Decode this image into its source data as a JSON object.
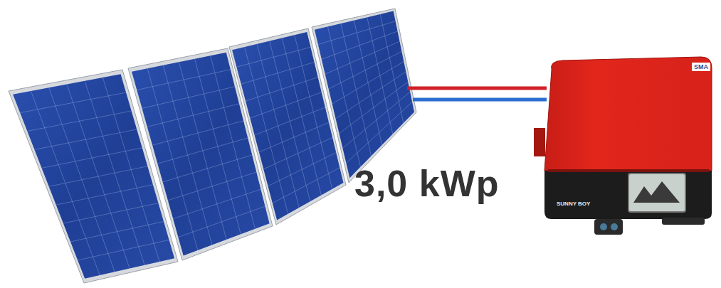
{
  "diagram": {
    "labels": [
      "3,0 kWp",
      "SMA",
      "SUNNY BOY"
    ]
  }
}
